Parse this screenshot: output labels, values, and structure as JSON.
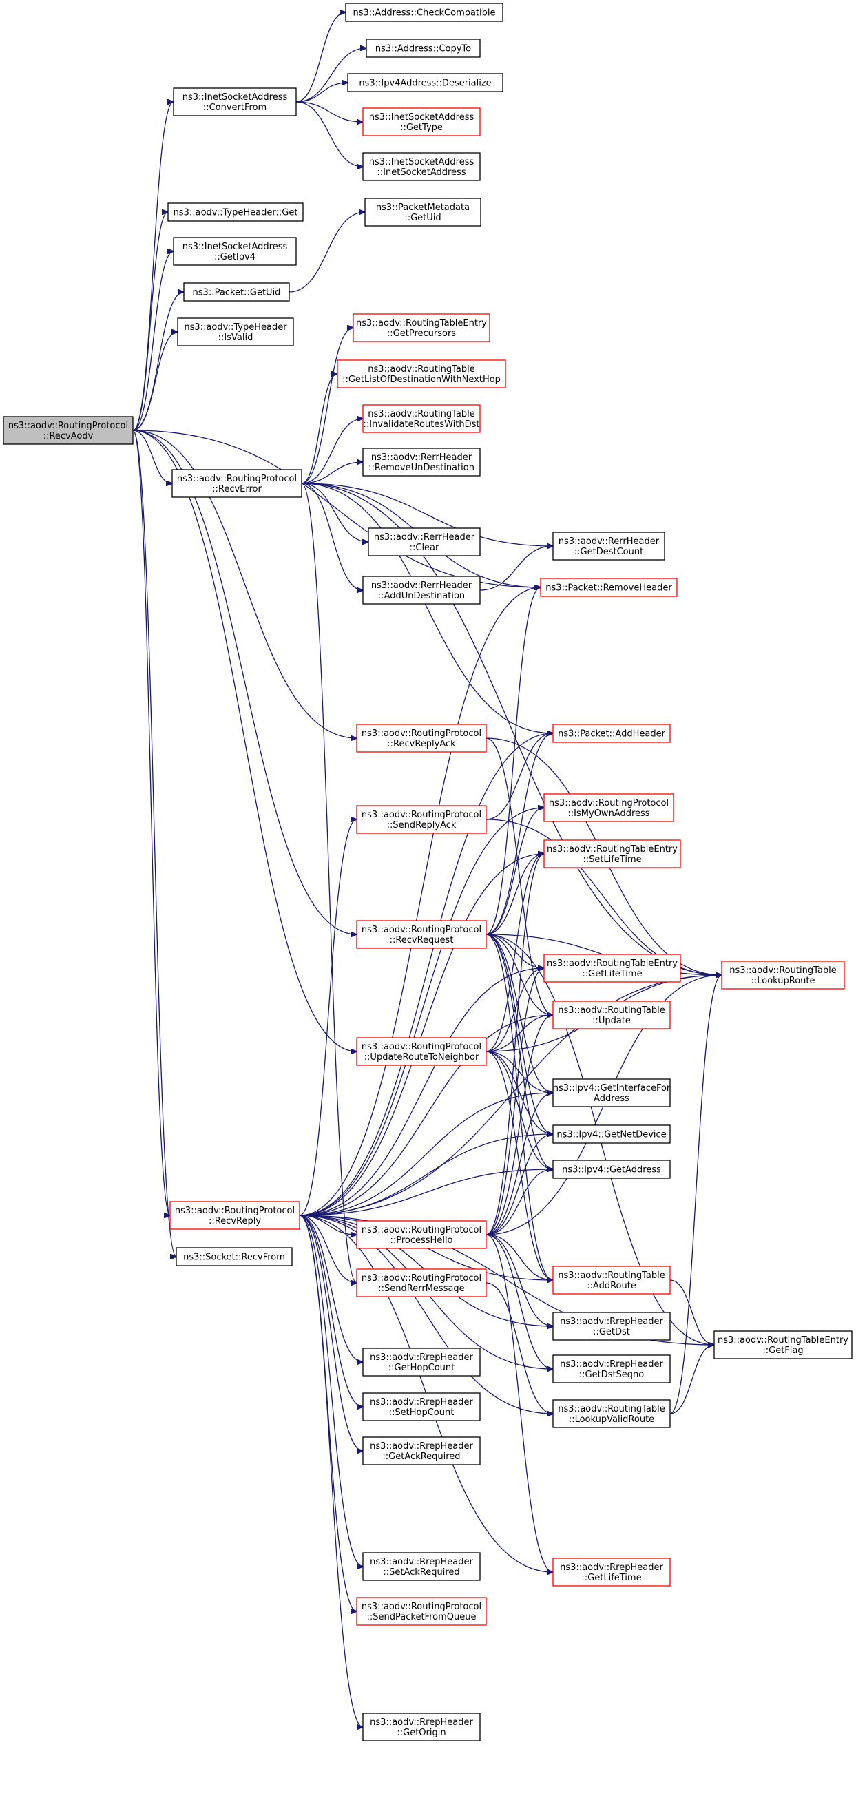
{
  "diagram": {
    "nodes": {
      "recv_aodv": {
        "lines": [
          "ns3::aodv::RoutingProtocol",
          "::RecvAodv"
        ],
        "style": "root"
      },
      "convert_from": {
        "lines": [
          "ns3::InetSocketAddress",
          "::ConvertFrom"
        ],
        "style": "black"
      },
      "check_compatible": {
        "lines": [
          "ns3::Address::CheckCompatible"
        ],
        "style": "black"
      },
      "copy_to": {
        "lines": [
          "ns3::Address::CopyTo"
        ],
        "style": "black"
      },
      "ipv4_deserialize": {
        "lines": [
          "ns3::Ipv4Address::Deserialize"
        ],
        "style": "black"
      },
      "inet_get_type": {
        "lines": [
          "ns3::InetSocketAddress",
          "::GetType"
        ],
        "style": "red"
      },
      "inet_ctor": {
        "lines": [
          "ns3::InetSocketAddress",
          "::InetSocketAddress"
        ],
        "style": "black"
      },
      "type_header_get": {
        "lines": [
          "ns3::aodv::TypeHeader::Get"
        ],
        "style": "black"
      },
      "inet_get_ipv4": {
        "lines": [
          "ns3::InetSocketAddress",
          "::GetIpv4"
        ],
        "style": "black"
      },
      "packet_metadata_getuid": {
        "lines": [
          "ns3::PacketMetadata",
          "::GetUid"
        ],
        "style": "black"
      },
      "packet_getuid": {
        "lines": [
          "ns3::Packet::GetUid"
        ],
        "style": "black"
      },
      "type_header_isvalid": {
        "lines": [
          "ns3::aodv::TypeHeader",
          "::IsValid"
        ],
        "style": "black"
      },
      "rte_get_precursors": {
        "lines": [
          "ns3::aodv::RoutingTableEntry",
          "::GetPrecursors"
        ],
        "style": "red"
      },
      "rt_get_list_dest": {
        "lines": [
          "ns3::aodv::RoutingTable",
          "::GetListOfDestinationWithNextHop"
        ],
        "style": "red"
      },
      "rt_invalidate": {
        "lines": [
          "ns3::aodv::RoutingTable",
          "::InvalidateRoutesWithDst"
        ],
        "style": "red"
      },
      "rerr_remove_un": {
        "lines": [
          "ns3::aodv::RerrHeader",
          "::RemoveUnDestination"
        ],
        "style": "black"
      },
      "recv_error": {
        "lines": [
          "ns3::aodv::RoutingProtocol",
          "::RecvError"
        ],
        "style": "black"
      },
      "rerr_clear": {
        "lines": [
          "ns3::aodv::RerrHeader",
          "::Clear"
        ],
        "style": "black"
      },
      "rerr_get_dest_count": {
        "lines": [
          "ns3::aodv::RerrHeader",
          "::GetDestCount"
        ],
        "style": "black"
      },
      "rerr_add_un": {
        "lines": [
          "ns3::aodv::RerrHeader",
          "::AddUnDestination"
        ],
        "style": "black"
      },
      "packet_remove_header": {
        "lines": [
          "ns3::Packet::RemoveHeader"
        ],
        "style": "red"
      },
      "recv_reply_ack": {
        "lines": [
          "ns3::aodv::RoutingProtocol",
          "::RecvReplyAck"
        ],
        "style": "red"
      },
      "packet_add_header": {
        "lines": [
          "ns3::Packet::AddHeader"
        ],
        "style": "red"
      },
      "send_reply_ack": {
        "lines": [
          "ns3::aodv::RoutingProtocol",
          "::SendReplyAck"
        ],
        "style": "red"
      },
      "is_my_own_address": {
        "lines": [
          "ns3::aodv::RoutingProtocol",
          "::IsMyOwnAddress"
        ],
        "style": "red"
      },
      "rte_set_lifetime": {
        "lines": [
          "ns3::aodv::RoutingTableEntry",
          "::SetLifeTime"
        ],
        "style": "red"
      },
      "recv_request": {
        "lines": [
          "ns3::aodv::RoutingProtocol",
          "::RecvRequest"
        ],
        "style": "red"
      },
      "rte_get_lifetime": {
        "lines": [
          "ns3::aodv::RoutingTableEntry",
          "::GetLifeTime"
        ],
        "style": "red"
      },
      "rt_lookup_route": {
        "lines": [
          "ns3::aodv::RoutingTable",
          "::LookupRoute"
        ],
        "style": "red"
      },
      "rt_update": {
        "lines": [
          "ns3::aodv::RoutingTable",
          "::Update"
        ],
        "style": "red"
      },
      "update_route_neighbor": {
        "lines": [
          "ns3::aodv::RoutingProtocol",
          "::UpdateRouteToNeighbor"
        ],
        "style": "red"
      },
      "ipv4_get_interface": {
        "lines": [
          "ns3::Ipv4::GetInterfaceFor",
          "Address"
        ],
        "style": "black"
      },
      "ipv4_get_net_device": {
        "lines": [
          "ns3::Ipv4::GetNetDevice"
        ],
        "style": "black"
      },
      "ipv4_get_address": {
        "lines": [
          "ns3::Ipv4::GetAddress"
        ],
        "style": "black"
      },
      "recv_reply": {
        "lines": [
          "ns3::aodv::RoutingProtocol",
          "::RecvReply"
        ],
        "style": "red"
      },
      "process_hello": {
        "lines": [
          "ns3::aodv::RoutingProtocol",
          "::ProcessHello"
        ],
        "style": "red"
      },
      "socket_recv_from": {
        "lines": [
          "ns3::Socket::RecvFrom"
        ],
        "style": "black"
      },
      "rt_add_route": {
        "lines": [
          "ns3::aodv::RoutingTable",
          "::AddRoute"
        ],
        "style": "red"
      },
      "send_rerr_message": {
        "lines": [
          "ns3::aodv::RoutingProtocol",
          "::SendRerrMessage"
        ],
        "style": "red"
      },
      "rrep_get_dst": {
        "lines": [
          "ns3::aodv::RrepHeader",
          "::GetDst"
        ],
        "style": "black"
      },
      "rte_get_flag": {
        "lines": [
          "ns3::aodv::RoutingTableEntry",
          "::GetFlag"
        ],
        "style": "black"
      },
      "rrep_get_dst_seqno": {
        "lines": [
          "ns3::aodv::RrepHeader",
          "::GetDstSeqno"
        ],
        "style": "black"
      },
      "rrep_get_hop_count": {
        "lines": [
          "ns3::aodv::RrepHeader",
          "::GetHopCount"
        ],
        "style": "black"
      },
      "rt_lookup_valid_route": {
        "lines": [
          "ns3::aodv::RoutingTable",
          "::LookupValidRoute"
        ],
        "style": "black"
      },
      "rrep_set_hop_count": {
        "lines": [
          "ns3::aodv::RrepHeader",
          "::SetHopCount"
        ],
        "style": "black"
      },
      "rrep_get_ack_required": {
        "lines": [
          "ns3::aodv::RrepHeader",
          "::GetAckRequired"
        ],
        "style": "black"
      },
      "rrep_set_ack_required": {
        "lines": [
          "ns3::aodv::RrepHeader",
          "::SetAckRequired"
        ],
        "style": "black"
      },
      "rrep_get_lifetime": {
        "lines": [
          "ns3::aodv::RrepHeader",
          "::GetLifeTime"
        ],
        "style": "red"
      },
      "send_packet_from_queue": {
        "lines": [
          "ns3::aodv::RoutingProtocol",
          "::SendPacketFromQueue"
        ],
        "style": "red"
      },
      "rrep_get_origin": {
        "lines": [
          "ns3::aodv::RrepHeader",
          "::GetOrigin"
        ],
        "style": "black"
      }
    },
    "edges": [
      [
        "recv_aodv",
        "convert_from"
      ],
      [
        "recv_aodv",
        "type_header_get"
      ],
      [
        "recv_aodv",
        "inet_get_ipv4"
      ],
      [
        "recv_aodv",
        "packet_getuid"
      ],
      [
        "recv_aodv",
        "type_header_isvalid"
      ],
      [
        "recv_aodv",
        "packet_remove_header"
      ],
      [
        "recv_aodv",
        "recv_error"
      ],
      [
        "recv_aodv",
        "recv_reply_ack"
      ],
      [
        "recv_aodv",
        "recv_request"
      ],
      [
        "recv_aodv",
        "update_route_neighbor"
      ],
      [
        "recv_aodv",
        "recv_reply"
      ],
      [
        "recv_aodv",
        "socket_recv_from"
      ],
      [
        "convert_from",
        "check_compatible"
      ],
      [
        "convert_from",
        "copy_to"
      ],
      [
        "convert_from",
        "ipv4_deserialize"
      ],
      [
        "convert_from",
        "inet_get_type"
      ],
      [
        "convert_from",
        "inet_ctor"
      ],
      [
        "packet_getuid",
        "packet_metadata_getuid"
      ],
      [
        "recv_error",
        "rte_get_precursors"
      ],
      [
        "recv_error",
        "rt_get_list_dest"
      ],
      [
        "recv_error",
        "rt_invalidate"
      ],
      [
        "recv_error",
        "rerr_remove_un"
      ],
      [
        "recv_error",
        "rerr_clear"
      ],
      [
        "recv_error",
        "rerr_get_dest_count"
      ],
      [
        "recv_error",
        "rerr_add_un"
      ],
      [
        "recv_error",
        "packet_remove_header"
      ],
      [
        "recv_error",
        "packet_add_header"
      ],
      [
        "recv_error",
        "rt_lookup_route"
      ],
      [
        "recv_error",
        "send_rerr_message"
      ],
      [
        "rerr_add_un",
        "rerr_get_dest_count"
      ],
      [
        "recv_reply_ack",
        "rt_lookup_route"
      ],
      [
        "recv_reply_ack",
        "rt_update"
      ],
      [
        "send_reply_ack",
        "packet_add_header"
      ],
      [
        "send_reply_ack",
        "rt_lookup_route"
      ],
      [
        "recv_request",
        "packet_remove_header"
      ],
      [
        "recv_request",
        "packet_add_header"
      ],
      [
        "recv_request",
        "is_my_own_address"
      ],
      [
        "recv_request",
        "rte_set_lifetime"
      ],
      [
        "recv_request",
        "rte_get_lifetime"
      ],
      [
        "recv_request",
        "rt_lookup_route"
      ],
      [
        "recv_request",
        "rt_update"
      ],
      [
        "recv_request",
        "ipv4_get_interface"
      ],
      [
        "recv_request",
        "ipv4_get_net_device"
      ],
      [
        "recv_request",
        "ipv4_get_address"
      ],
      [
        "recv_request",
        "rt_add_route"
      ],
      [
        "recv_request",
        "rte_get_flag"
      ],
      [
        "update_route_neighbor",
        "rte_set_lifetime"
      ],
      [
        "update_route_neighbor",
        "rte_get_lifetime"
      ],
      [
        "update_route_neighbor",
        "rt_lookup_route"
      ],
      [
        "update_route_neighbor",
        "rt_update"
      ],
      [
        "update_route_neighbor",
        "ipv4_get_interface"
      ],
      [
        "update_route_neighbor",
        "ipv4_get_net_device"
      ],
      [
        "update_route_neighbor",
        "ipv4_get_address"
      ],
      [
        "update_route_neighbor",
        "rt_add_route"
      ],
      [
        "recv_reply",
        "packet_remove_header"
      ],
      [
        "recv_reply",
        "packet_add_header"
      ],
      [
        "recv_reply",
        "send_reply_ack"
      ],
      [
        "recv_reply",
        "is_my_own_address"
      ],
      [
        "recv_reply",
        "rte_set_lifetime"
      ],
      [
        "recv_reply",
        "rte_get_lifetime"
      ],
      [
        "recv_reply",
        "rt_update"
      ],
      [
        "recv_reply",
        "ipv4_get_interface"
      ],
      [
        "recv_reply",
        "ipv4_get_net_device"
      ],
      [
        "recv_reply",
        "ipv4_get_address"
      ],
      [
        "recv_reply",
        "rt_lookup_route"
      ],
      [
        "recv_reply",
        "process_hello"
      ],
      [
        "recv_reply",
        "send_rerr_message"
      ],
      [
        "recv_reply",
        "rt_add_route"
      ],
      [
        "recv_reply",
        "rrep_get_dst"
      ],
      [
        "recv_reply",
        "rrep_get_dst_seqno"
      ],
      [
        "recv_reply",
        "rrep_get_hop_count"
      ],
      [
        "recv_reply",
        "rrep_set_hop_count"
      ],
      [
        "recv_reply",
        "rrep_get_ack_required"
      ],
      [
        "recv_reply",
        "rrep_set_ack_required"
      ],
      [
        "recv_reply",
        "rrep_get_lifetime"
      ],
      [
        "recv_reply",
        "send_packet_from_queue"
      ],
      [
        "recv_reply",
        "rrep_get_origin"
      ],
      [
        "recv_reply",
        "rte_get_flag"
      ],
      [
        "recv_reply",
        "rt_lookup_valid_route"
      ],
      [
        "process_hello",
        "rt_lookup_route"
      ],
      [
        "process_hello",
        "rt_update"
      ],
      [
        "process_hello",
        "rte_set_lifetime"
      ],
      [
        "process_hello",
        "rte_get_lifetime"
      ],
      [
        "process_hello",
        "ipv4_get_interface"
      ],
      [
        "process_hello",
        "ipv4_get_net_device"
      ],
      [
        "process_hello",
        "ipv4_get_address"
      ],
      [
        "process_hello",
        "rt_add_route"
      ],
      [
        "process_hello",
        "rrep_get_dst"
      ],
      [
        "process_hello",
        "rrep_get_dst_seqno"
      ],
      [
        "process_hello",
        "rrep_get_lifetime"
      ],
      [
        "send_rerr_message",
        "rt_lookup_valid_route"
      ],
      [
        "rt_add_route",
        "rte_get_flag"
      ],
      [
        "rt_lookup_valid_route",
        "rte_get_flag"
      ],
      [
        "rt_lookup_valid_route",
        "rt_lookup_route"
      ]
    ]
  }
}
